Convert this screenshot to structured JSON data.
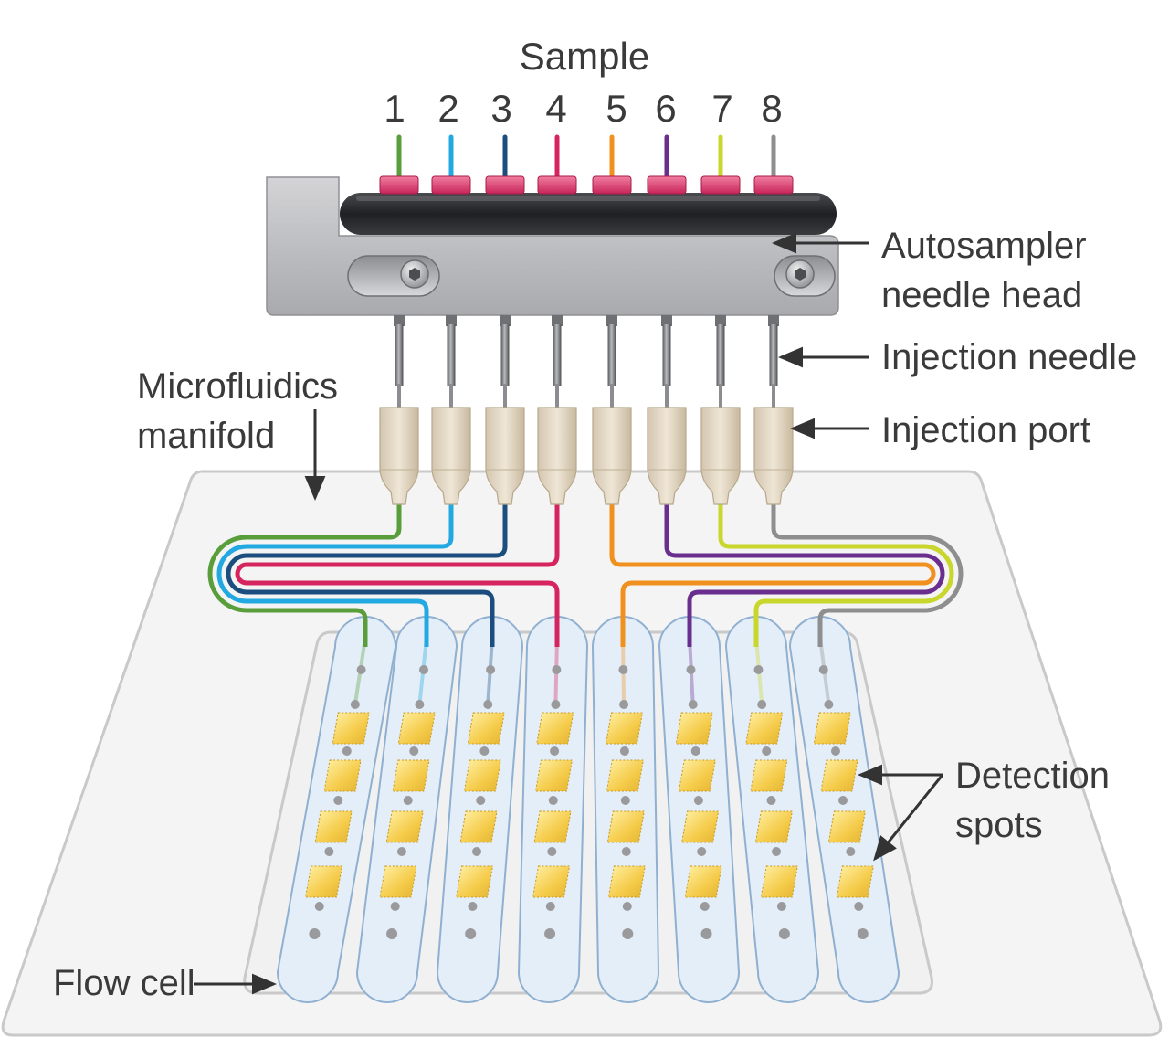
{
  "title": "Sample",
  "sample_numbers": [
    "1",
    "2",
    "3",
    "4",
    "5",
    "6",
    "7",
    "8"
  ],
  "channel_colors": [
    "#5a9e3c",
    "#22a9e1",
    "#1b4e7e",
    "#d6245f",
    "#f0901e",
    "#6a2e8e",
    "#c9d62b",
    "#8e8e8e"
  ],
  "labels": {
    "autosampler": [
      "Autosampler",
      "needle head"
    ],
    "injection_needle": "Injection needle",
    "injection_port": "Injection port",
    "manifold": [
      "Microfluidics",
      "manifold"
    ],
    "detection": [
      "Detection",
      "spots"
    ],
    "flow_cell": "Flow cell"
  },
  "icons": {
    "screw": "hex-screw-icon",
    "arrow": "arrow-icon"
  },
  "spots_per_channel": 4
}
